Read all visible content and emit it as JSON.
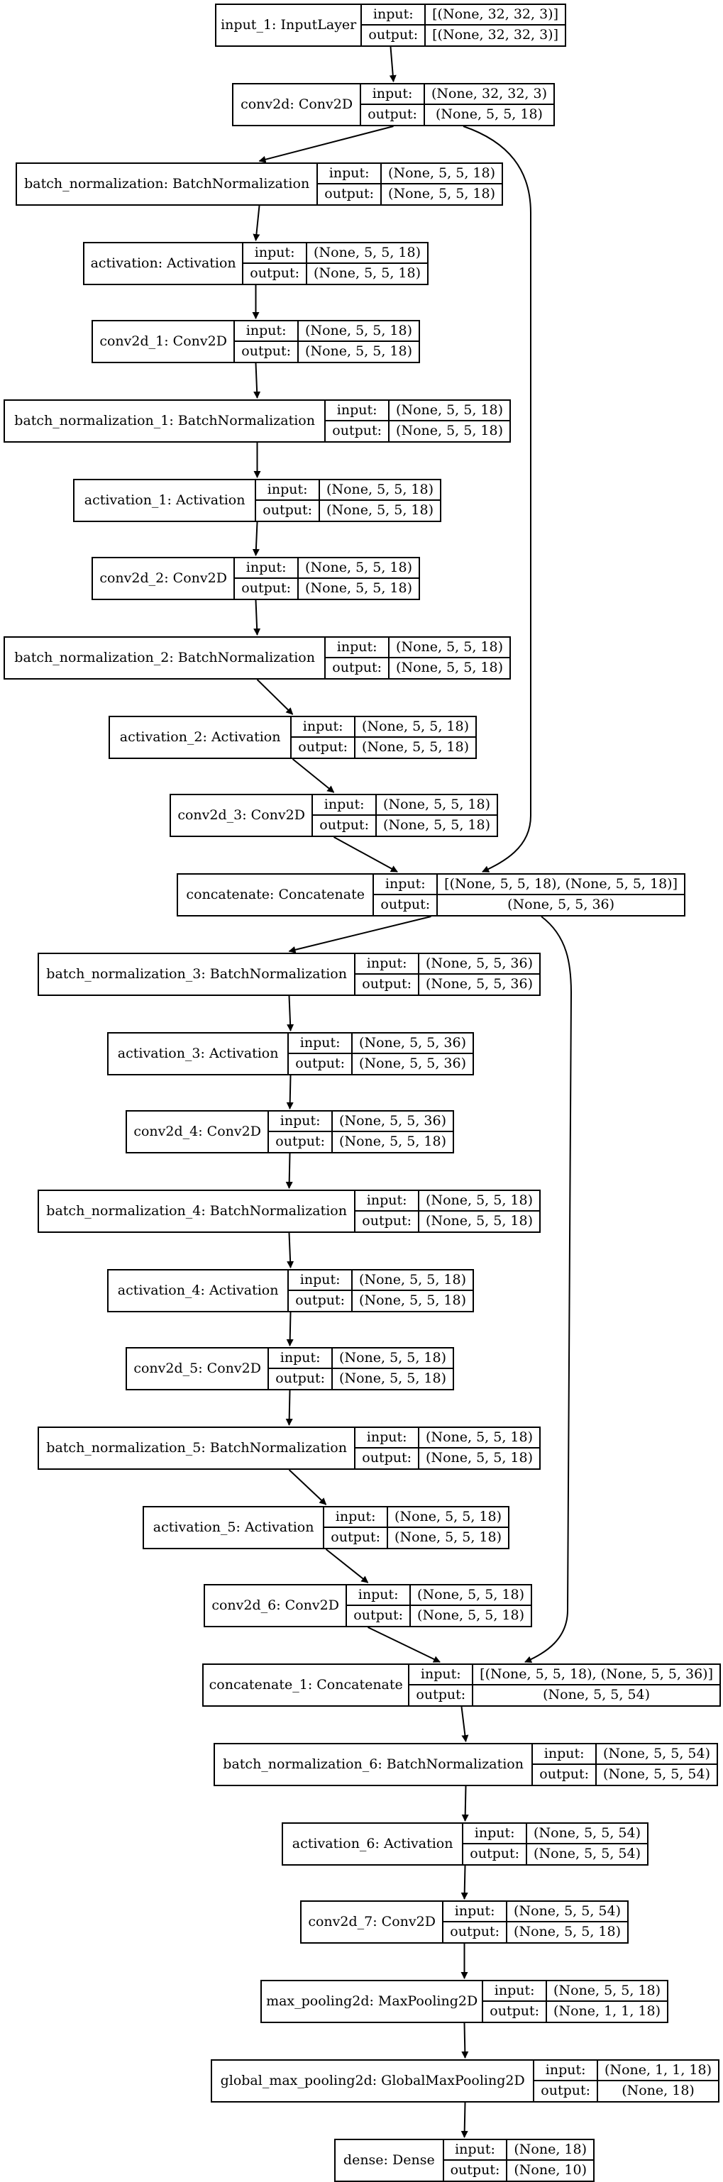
{
  "nodes": [
    {
      "id": "input_1",
      "name": "input_1: InputLayer",
      "input_label": "input:",
      "output_label": "output:",
      "input": "[(None, 32, 32, 3)]",
      "output": "[(None, 32, 32, 3)]"
    },
    {
      "id": "conv2d",
      "name": "conv2d: Conv2D",
      "input_label": "input:",
      "output_label": "output:",
      "input": "(None, 32, 32, 3)",
      "output": "(None, 5, 5, 18)"
    },
    {
      "id": "batch_normalization",
      "name": "batch_normalization: BatchNormalization",
      "input_label": "input:",
      "output_label": "output:",
      "input": "(None, 5, 5, 18)",
      "output": "(None, 5, 5, 18)"
    },
    {
      "id": "activation",
      "name": "activation: Activation",
      "input_label": "input:",
      "output_label": "output:",
      "input": "(None, 5, 5, 18)",
      "output": "(None, 5, 5, 18)"
    },
    {
      "id": "conv2d_1",
      "name": "conv2d_1: Conv2D",
      "input_label": "input:",
      "output_label": "output:",
      "input": "(None, 5, 5, 18)",
      "output": "(None, 5, 5, 18)"
    },
    {
      "id": "batch_normalization_1",
      "name": "batch_normalization_1: BatchNormalization",
      "input_label": "input:",
      "output_label": "output:",
      "input": "(None, 5, 5, 18)",
      "output": "(None, 5, 5, 18)"
    },
    {
      "id": "activation_1",
      "name": "activation_1: Activation",
      "input_label": "input:",
      "output_label": "output:",
      "input": "(None, 5, 5, 18)",
      "output": "(None, 5, 5, 18)"
    },
    {
      "id": "conv2d_2",
      "name": "conv2d_2: Conv2D",
      "input_label": "input:",
      "output_label": "output:",
      "input": "(None, 5, 5, 18)",
      "output": "(None, 5, 5, 18)"
    },
    {
      "id": "batch_normalization_2",
      "name": "batch_normalization_2: BatchNormalization",
      "input_label": "input:",
      "output_label": "output:",
      "input": "(None, 5, 5, 18)",
      "output": "(None, 5, 5, 18)"
    },
    {
      "id": "activation_2",
      "name": "activation_2: Activation",
      "input_label": "input:",
      "output_label": "output:",
      "input": "(None, 5, 5, 18)",
      "output": "(None, 5, 5, 18)"
    },
    {
      "id": "conv2d_3",
      "name": "conv2d_3: Conv2D",
      "input_label": "input:",
      "output_label": "output:",
      "input": "(None, 5, 5, 18)",
      "output": "(None, 5, 5, 18)"
    },
    {
      "id": "concatenate",
      "name": "concatenate: Concatenate",
      "input_label": "input:",
      "output_label": "output:",
      "input": "[(None, 5, 5, 18), (None, 5, 5, 18)]",
      "output": "(None, 5, 5, 36)"
    },
    {
      "id": "batch_normalization_3",
      "name": "batch_normalization_3: BatchNormalization",
      "input_label": "input:",
      "output_label": "output:",
      "input": "(None, 5, 5, 36)",
      "output": "(None, 5, 5, 36)"
    },
    {
      "id": "activation_3",
      "name": "activation_3: Activation",
      "input_label": "input:",
      "output_label": "output:",
      "input": "(None, 5, 5, 36)",
      "output": "(None, 5, 5, 36)"
    },
    {
      "id": "conv2d_4",
      "name": "conv2d_4: Conv2D",
      "input_label": "input:",
      "output_label": "output:",
      "input": "(None, 5, 5, 36)",
      "output": "(None, 5, 5, 18)"
    },
    {
      "id": "batch_normalization_4",
      "name": "batch_normalization_4: BatchNormalization",
      "input_label": "input:",
      "output_label": "output:",
      "input": "(None, 5, 5, 18)",
      "output": "(None, 5, 5, 18)"
    },
    {
      "id": "activation_4",
      "name": "activation_4: Activation",
      "input_label": "input:",
      "output_label": "output:",
      "input": "(None, 5, 5, 18)",
      "output": "(None, 5, 5, 18)"
    },
    {
      "id": "conv2d_5",
      "name": "conv2d_5: Conv2D",
      "input_label": "input:",
      "output_label": "output:",
      "input": "(None, 5, 5, 18)",
      "output": "(None, 5, 5, 18)"
    },
    {
      "id": "batch_normalization_5",
      "name": "batch_normalization_5: BatchNormalization",
      "input_label": "input:",
      "output_label": "output:",
      "input": "(None, 5, 5, 18)",
      "output": "(None, 5, 5, 18)"
    },
    {
      "id": "activation_5",
      "name": "activation_5: Activation",
      "input_label": "input:",
      "output_label": "output:",
      "input": "(None, 5, 5, 18)",
      "output": "(None, 5, 5, 18)"
    },
    {
      "id": "conv2d_6",
      "name": "conv2d_6: Conv2D",
      "input_label": "input:",
      "output_label": "output:",
      "input": "(None, 5, 5, 18)",
      "output": "(None, 5, 5, 18)"
    },
    {
      "id": "concatenate_1",
      "name": "concatenate_1: Concatenate",
      "input_label": "input:",
      "output_label": "output:",
      "input": "[(None, 5, 5, 18), (None, 5, 5, 36)]",
      "output": "(None, 5, 5, 54)"
    },
    {
      "id": "batch_normalization_6",
      "name": "batch_normalization_6: BatchNormalization",
      "input_label": "input:",
      "output_label": "output:",
      "input": "(None, 5, 5, 54)",
      "output": "(None, 5, 5, 54)"
    },
    {
      "id": "activation_6",
      "name": "activation_6: Activation",
      "input_label": "input:",
      "output_label": "output:",
      "input": "(None, 5, 5, 54)",
      "output": "(None, 5, 5, 54)"
    },
    {
      "id": "conv2d_7",
      "name": "conv2d_7: Conv2D",
      "input_label": "input:",
      "output_label": "output:",
      "input": "(None, 5, 5, 54)",
      "output": "(None, 5, 5, 18)"
    },
    {
      "id": "max_pooling2d",
      "name": "max_pooling2d: MaxPooling2D",
      "input_label": "input:",
      "output_label": "output:",
      "input": "(None, 5, 5, 18)",
      "output": "(None, 1, 1, 18)"
    },
    {
      "id": "global_max_pooling2d",
      "name": "global_max_pooling2d: GlobalMaxPooling2D",
      "input_label": "input:",
      "output_label": "output:",
      "input": "(None, 1, 1, 18)",
      "output": "(None, 18)"
    },
    {
      "id": "dense",
      "name": "dense: Dense",
      "input_label": "input:",
      "output_label": "output:",
      "input": "(None, 18)",
      "output": "(None, 10)"
    }
  ],
  "edges": [
    {
      "from": "input_1",
      "to": "conv2d"
    },
    {
      "from": "conv2d",
      "to": "batch_normalization"
    },
    {
      "from": "conv2d",
      "to": "concatenate"
    },
    {
      "from": "batch_normalization",
      "to": "activation"
    },
    {
      "from": "activation",
      "to": "conv2d_1"
    },
    {
      "from": "conv2d_1",
      "to": "batch_normalization_1"
    },
    {
      "from": "batch_normalization_1",
      "to": "activation_1"
    },
    {
      "from": "activation_1",
      "to": "conv2d_2"
    },
    {
      "from": "conv2d_2",
      "to": "batch_normalization_2"
    },
    {
      "from": "batch_normalization_2",
      "to": "activation_2"
    },
    {
      "from": "activation_2",
      "to": "conv2d_3"
    },
    {
      "from": "conv2d_3",
      "to": "concatenate"
    },
    {
      "from": "concatenate",
      "to": "batch_normalization_3"
    },
    {
      "from": "concatenate",
      "to": "concatenate_1"
    },
    {
      "from": "batch_normalization_3",
      "to": "activation_3"
    },
    {
      "from": "activation_3",
      "to": "conv2d_4"
    },
    {
      "from": "conv2d_4",
      "to": "batch_normalization_4"
    },
    {
      "from": "batch_normalization_4",
      "to": "activation_4"
    },
    {
      "from": "activation_4",
      "to": "conv2d_5"
    },
    {
      "from": "conv2d_5",
      "to": "batch_normalization_5"
    },
    {
      "from": "batch_normalization_5",
      "to": "activation_5"
    },
    {
      "from": "activation_5",
      "to": "conv2d_6"
    },
    {
      "from": "conv2d_6",
      "to": "concatenate_1"
    },
    {
      "from": "concatenate_1",
      "to": "batch_normalization_6"
    },
    {
      "from": "batch_normalization_6",
      "to": "activation_6"
    },
    {
      "from": "activation_6",
      "to": "conv2d_7"
    },
    {
      "from": "conv2d_7",
      "to": "max_pooling2d"
    },
    {
      "from": "max_pooling2d",
      "to": "global_max_pooling2d"
    },
    {
      "from": "global_max_pooling2d",
      "to": "dense"
    }
  ]
}
